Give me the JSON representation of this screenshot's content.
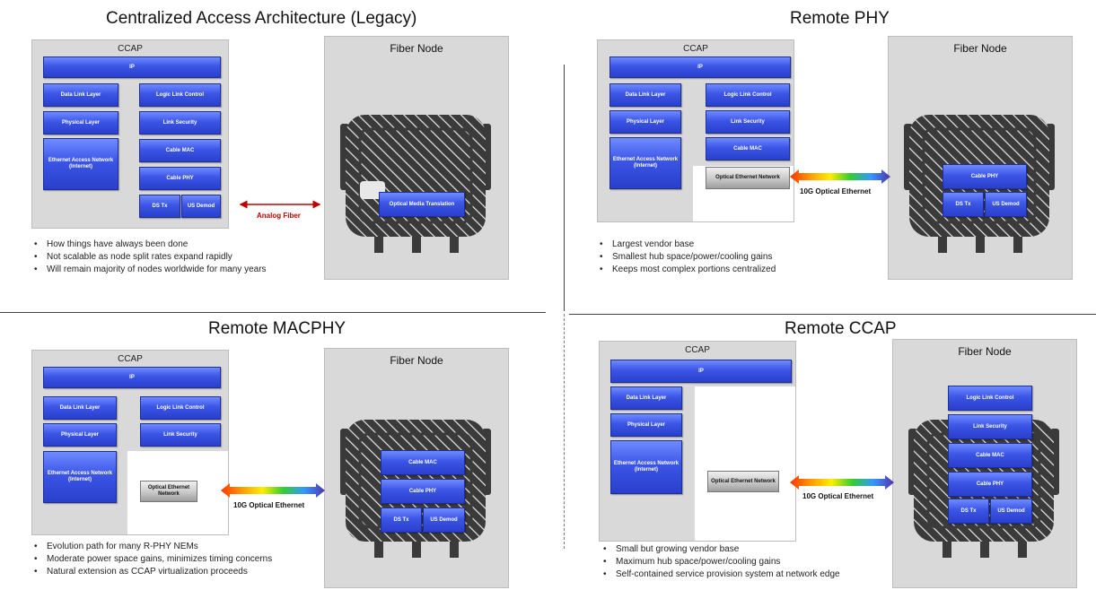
{
  "colors": {
    "block_blue": "#3b55e6",
    "analog_red": "#c00000",
    "panel_gray": "#d9d9d9"
  },
  "q1": {
    "title": "Centralized Access Architecture (Legacy)",
    "ccap_label": "CCAP",
    "ip": "IP",
    "data_link": "Data Link Layer",
    "physical": "Physical Layer",
    "ethernet": "Ethernet Access Network (Internet)",
    "llc": "Logic Link Control",
    "link_sec": "Link Security",
    "cable_mac": "Cable MAC",
    "cable_phy": "Cable PHY",
    "ds_tx": "DS Tx",
    "us_demod": "US Demod",
    "fiber_node": "Fiber Node",
    "optical_media": "Optical Media Translation",
    "connector": "Analog Fiber",
    "bullets": [
      "How things have always been done",
      "Not scalable as node split rates expand rapidly",
      "Will remain majority of nodes worldwide for many years"
    ]
  },
  "q2": {
    "title": "Remote PHY",
    "ccap_label": "CCAP",
    "ip": "IP",
    "data_link": "Data Link Layer",
    "physical": "Physical Layer",
    "ethernet": "Ethernet Access Network (Internet)",
    "llc": "Logic Link Control",
    "link_sec": "Link Security",
    "cable_mac": "Cable MAC",
    "optical_eth": "Optical Ethernet Network",
    "fiber_node": "Fiber Node",
    "cable_phy": "Cable PHY",
    "ds_tx": "DS Tx",
    "us_demod": "US Demod",
    "connector": "10G Optical Ethernet",
    "bullets": [
      "Largest vendor base",
      "Smallest hub space/power/cooling gains",
      "Keeps most complex portions centralized"
    ]
  },
  "q3": {
    "title": "Remote MACPHY",
    "ccap_label": "CCAP",
    "ip": "IP",
    "data_link": "Data Link Layer",
    "physical": "Physical Layer",
    "ethernet": "Ethernet Access Network (Internet)",
    "llc": "Logic Link Control",
    "link_sec": "Link Security",
    "optical_eth": "Optical Ethernet Network",
    "fiber_node": "Fiber Node",
    "cable_mac": "Cable MAC",
    "cable_phy": "Cable PHY",
    "ds_tx": "DS Tx",
    "us_demod": "US Demod",
    "connector": "10G Optical Ethernet",
    "bullets": [
      "Evolution path for many R-PHY NEMs",
      "Moderate power space gains, minimizes timing concerns",
      "Natural extension as CCAP virtualization proceeds"
    ]
  },
  "q4": {
    "title": "Remote CCAP",
    "ccap_label": "CCAP",
    "ip": "IP",
    "data_link": "Data Link Layer",
    "physical": "Physical Layer",
    "ethernet": "Ethernet Access Network (Internet)",
    "optical_eth": "Optical Ethernet Network",
    "fiber_node": "Fiber Node",
    "llc": "Logic Link Control",
    "link_sec": "Link Security",
    "cable_mac": "Cable MAC",
    "cable_phy": "Cable PHY",
    "ds_tx": "DS Tx",
    "us_demod": "US Demod",
    "connector": "10G Optical Ethernet",
    "bullets": [
      "Small but growing vendor base",
      "Maximum hub space/power/cooling gains",
      "Self-contained service provision system at network edge"
    ]
  }
}
